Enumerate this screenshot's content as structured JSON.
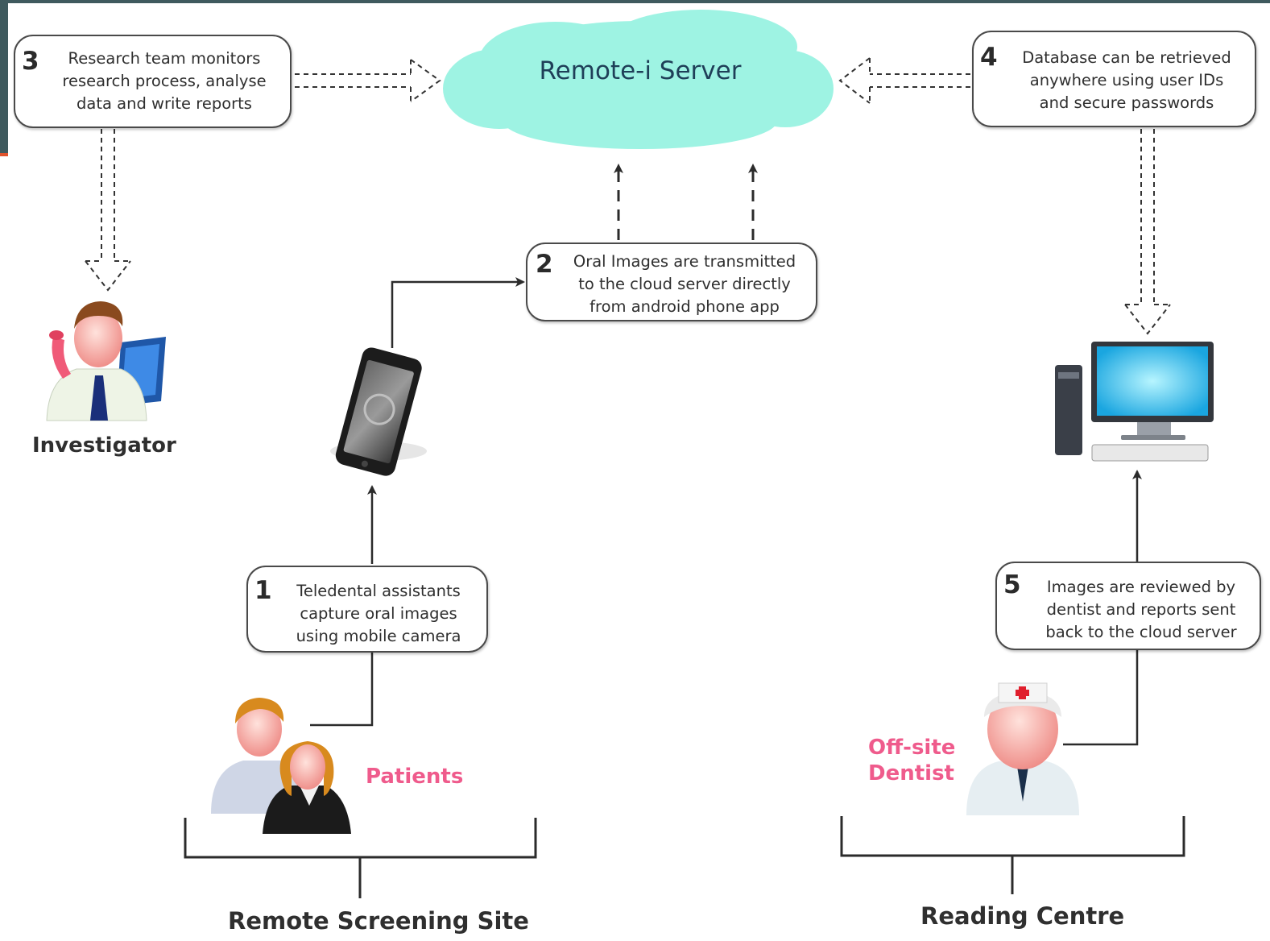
{
  "server": {
    "label": "Remote-i Server"
  },
  "steps": [
    {
      "num": "1",
      "lines": [
        "Teledental assistants",
        "capture oral images",
        "using mobile camera"
      ]
    },
    {
      "num": "2",
      "lines": [
        "Oral Images are transmitted",
        "to the cloud server directly",
        "from android phone app"
      ]
    },
    {
      "num": "3",
      "lines": [
        "Research team monitors",
        "research process, analyse",
        "data and write reports"
      ]
    },
    {
      "num": "4",
      "lines": [
        "Database can be retrieved",
        "anywhere using user IDs",
        "and secure passwords"
      ]
    },
    {
      "num": "5",
      "lines": [
        "Images are reviewed by",
        "dentist and reports sent",
        "back to the cloud server"
      ]
    }
  ],
  "actors": {
    "investigator": "Investigator",
    "patients": "Patients",
    "dentist": [
      "Off-site",
      "Dentist"
    ]
  },
  "sites": {
    "remote": "Remote Screening Site",
    "reading": "Reading Centre"
  },
  "colors": {
    "cloud": "#9ef3e3",
    "pink_label": "#ef5b8c",
    "server_label": "#1f3f58",
    "outline": "#4a4a4a"
  }
}
